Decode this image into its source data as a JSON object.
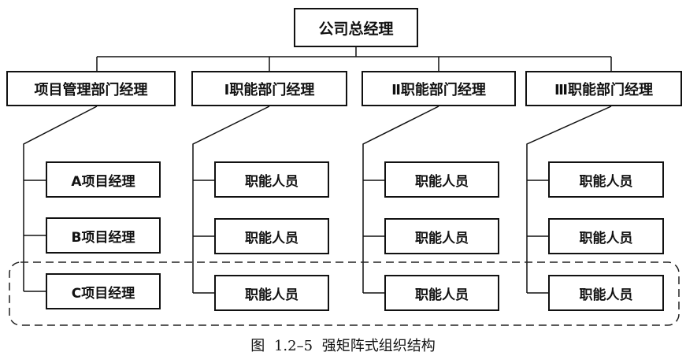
{
  "diagram": {
    "top": "公司总经理",
    "columns": [
      {
        "head": "项目管理部门经理",
        "items": [
          "A项目经理",
          "B项目经理",
          "C项目经理"
        ]
      },
      {
        "head": "Ⅰ职能部门经理",
        "items": [
          "职能人员",
          "职能人员",
          "职能人员"
        ]
      },
      {
        "head": "Ⅱ职能部门经理",
        "items": [
          "职能人员",
          "职能人员",
          "职能人员"
        ]
      },
      {
        "head": "Ⅲ职能部门经理",
        "items": [
          "职能人员",
          "职能人员",
          "职能人员"
        ]
      }
    ]
  },
  "caption": "图 1.2–5 强矩阵式组织结构"
}
